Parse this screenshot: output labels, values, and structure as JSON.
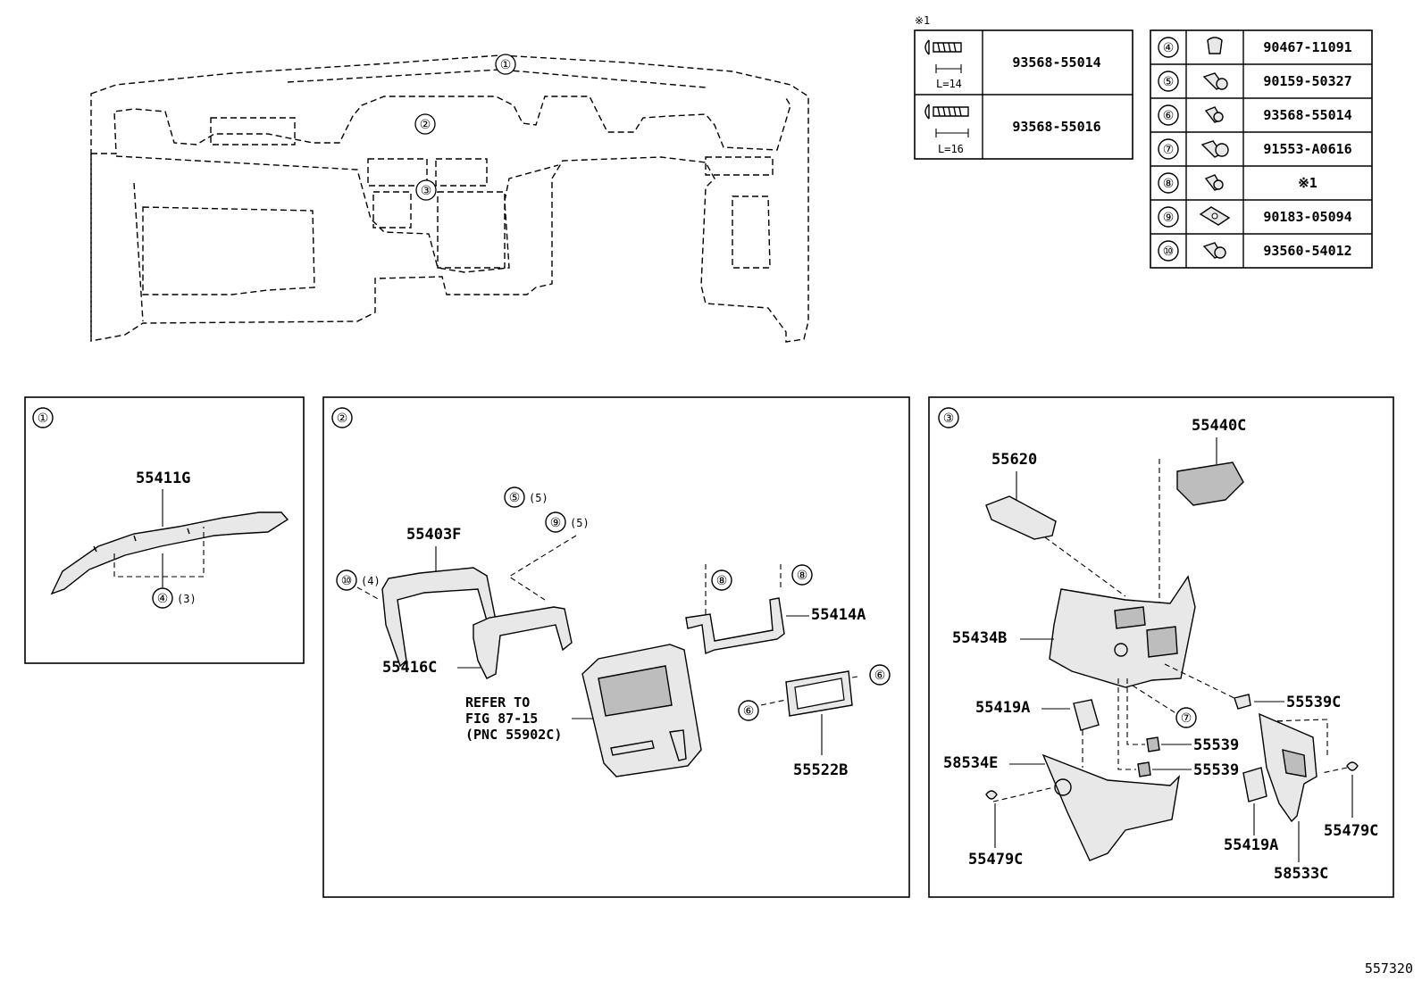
{
  "overview": {
    "callouts": [
      "①",
      "②",
      "③"
    ]
  },
  "note_table": {
    "marker": "※1",
    "rows": [
      {
        "length": "L=14",
        "part": "93568-55014"
      },
      {
        "length": "L=16",
        "part": "93568-55016"
      }
    ]
  },
  "fastener_table": {
    "rows": [
      {
        "ref": "④",
        "part": "90467-11091"
      },
      {
        "ref": "⑤",
        "part": "90159-50327"
      },
      {
        "ref": "⑥",
        "part": "93568-55014"
      },
      {
        "ref": "⑦",
        "part": "91553-A0616"
      },
      {
        "ref": "⑧",
        "part": "※1"
      },
      {
        "ref": "⑨",
        "part": "90183-05094"
      },
      {
        "ref": "⑩",
        "part": "93560-54012"
      }
    ]
  },
  "panel1": {
    "id": "①",
    "part": "55411G",
    "fastener": "④",
    "qty": "(3)"
  },
  "panel2": {
    "id": "②",
    "parts": {
      "p55403F": "55403F",
      "p55416C": "55416C",
      "p55414A": "55414A",
      "p55522B": "55522B"
    },
    "fasteners": {
      "f5": "⑤",
      "f5qty": "(5)",
      "f9": "⑨",
      "f9qty": "(5)",
      "f10": "⑩",
      "f10qty": "(4)",
      "f8a": "⑧",
      "f8b": "⑧",
      "f6a": "⑥",
      "f6b": "⑥"
    },
    "refer": [
      "REFER TO",
      "FIG 87-15",
      "(PNC 55902C)"
    ]
  },
  "panel3": {
    "id": "③",
    "parts": {
      "p55440C": "55440C",
      "p55620": "55620",
      "p55434B": "55434B",
      "p55539C": "55539C",
      "p55419A_l": "55419A",
      "p55539_a": "55539",
      "p55539_b": "55539",
      "p58534E": "58534E",
      "p55479C_l": "55479C",
      "p55419A_r": "55419A",
      "p55479C_r": "55479C",
      "p58533C": "58533C"
    },
    "fasteners": {
      "f7": "⑦"
    }
  },
  "figure_id": "557320"
}
